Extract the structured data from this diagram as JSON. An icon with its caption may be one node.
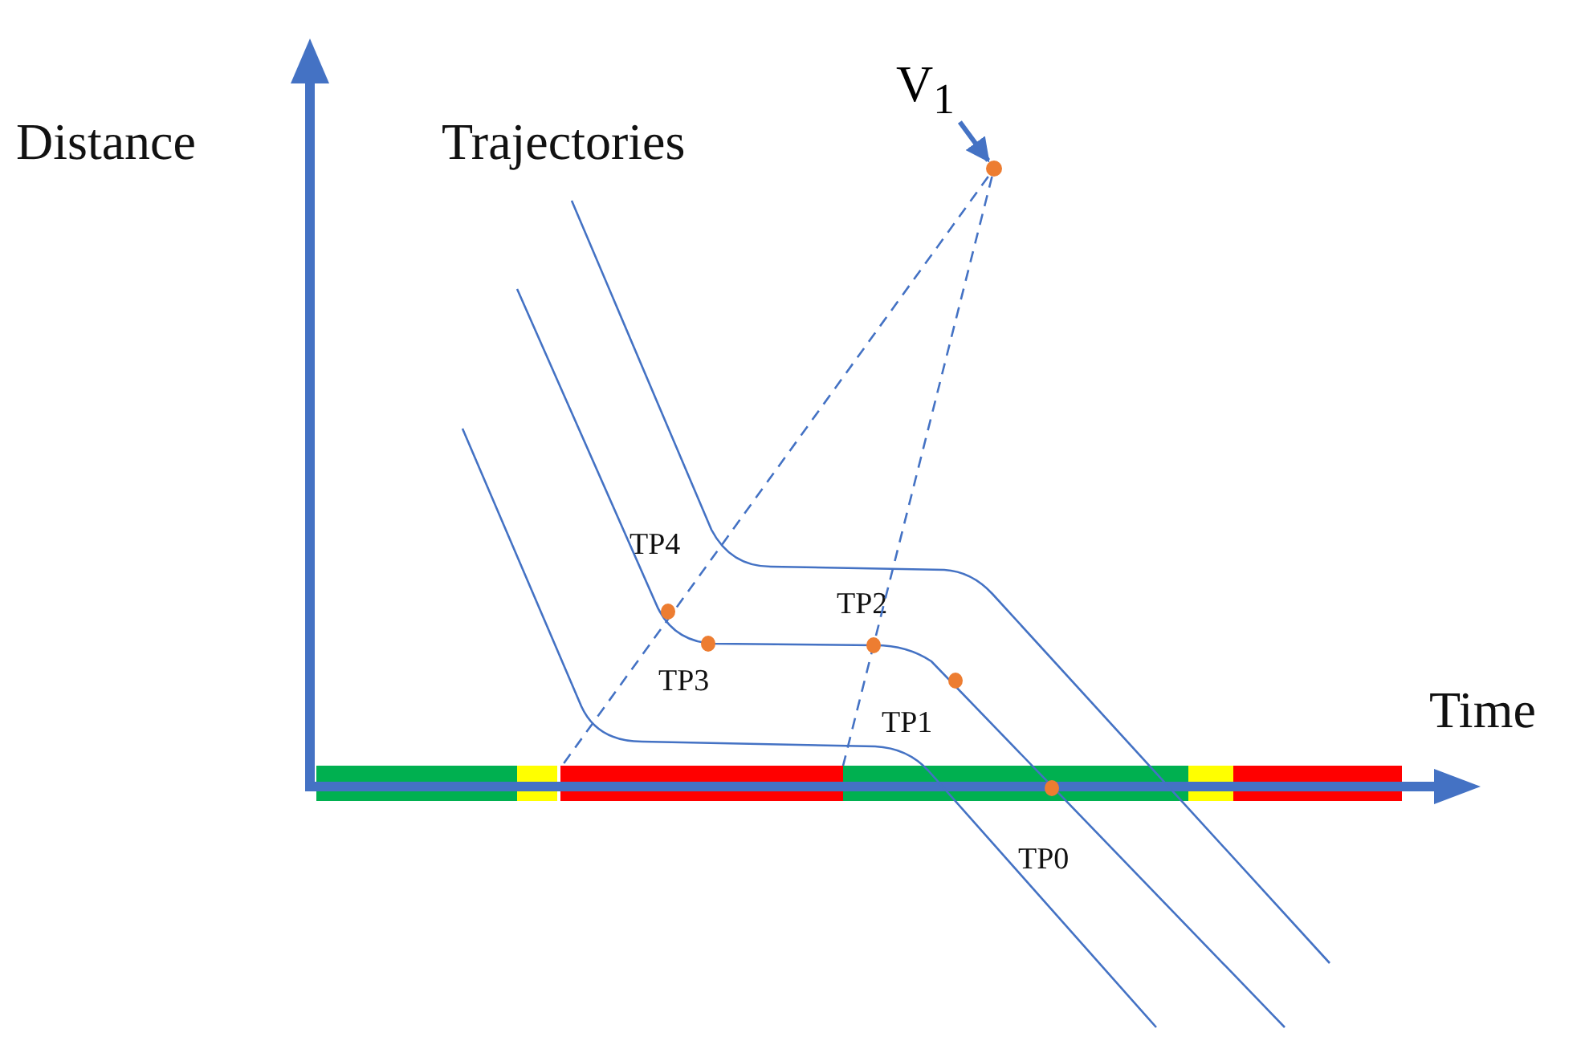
{
  "diagram": {
    "nodes": [
      {
        "text": [
          "V$_{1}$"
        ]
      },
      {
        "text": [],
        "shape": "circle"
      },
      {
        "text": [],
        "shape": "bar"
      }
    ],
    "edges": [
      {
        "from": 0,
        "to": 1,
        "arrow": "to",
        "style": "thick"
      },
      {
        "from": 1,
        "to": 2,
        "arrow": "none",
        "style": "dashed"
      },
      {
        "from": 1,
        "to": 2,
        "arrow": "none",
        "style": "dashed"
      }
    ],
    "labels": [
      "Distance",
      "Trajectories",
      "Time",
      "TP4",
      "TP2",
      "TP3",
      "TP1",
      "TP0"
    ]
  }
}
